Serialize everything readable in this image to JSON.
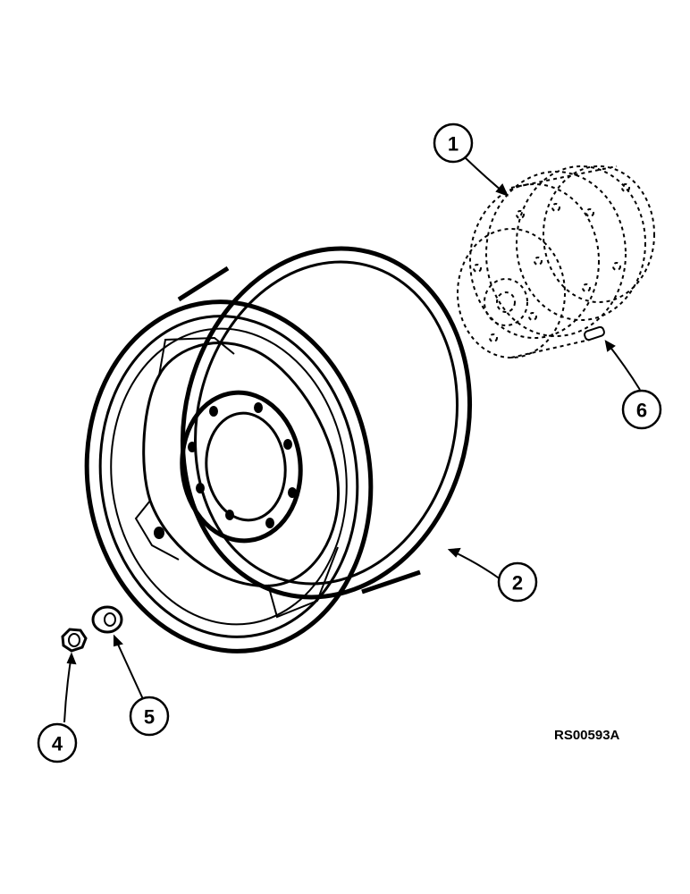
{
  "diagram": {
    "callouts": [
      {
        "id": "1",
        "label": "1"
      },
      {
        "id": "2",
        "label": "2"
      },
      {
        "id": "4",
        "label": "4"
      },
      {
        "id": "5",
        "label": "5"
      },
      {
        "id": "6",
        "label": "6"
      }
    ],
    "figure_code": "RS00593A"
  }
}
